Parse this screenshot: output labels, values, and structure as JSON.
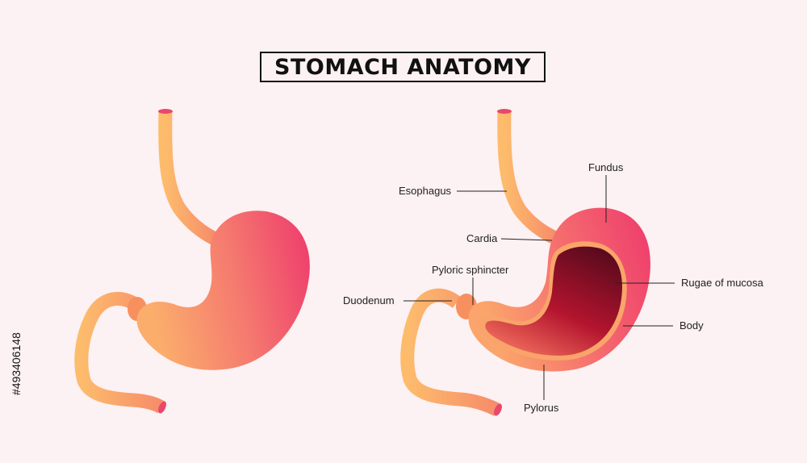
{
  "title": "STOMACH ANATOMY",
  "labels": {
    "fundus": "Fundus",
    "esophagus": "Esophagus",
    "cardia": "Cardia",
    "pyloric_sphincter": "Pyloric sphincter",
    "rugae": "Rugae of mucosa",
    "duodenum": "Duodenum",
    "body": "Body",
    "pylorus": "Pylorus"
  },
  "stock_id": "#493406148",
  "colors": {
    "background": "#fcf1f3",
    "organ_light": "#fbb56a",
    "organ_mid": "#f6806e",
    "organ_deep": "#ef3f6c",
    "interior_dark": "#5c0a1c",
    "interior_red": "#a8112b",
    "text": "#222222"
  }
}
